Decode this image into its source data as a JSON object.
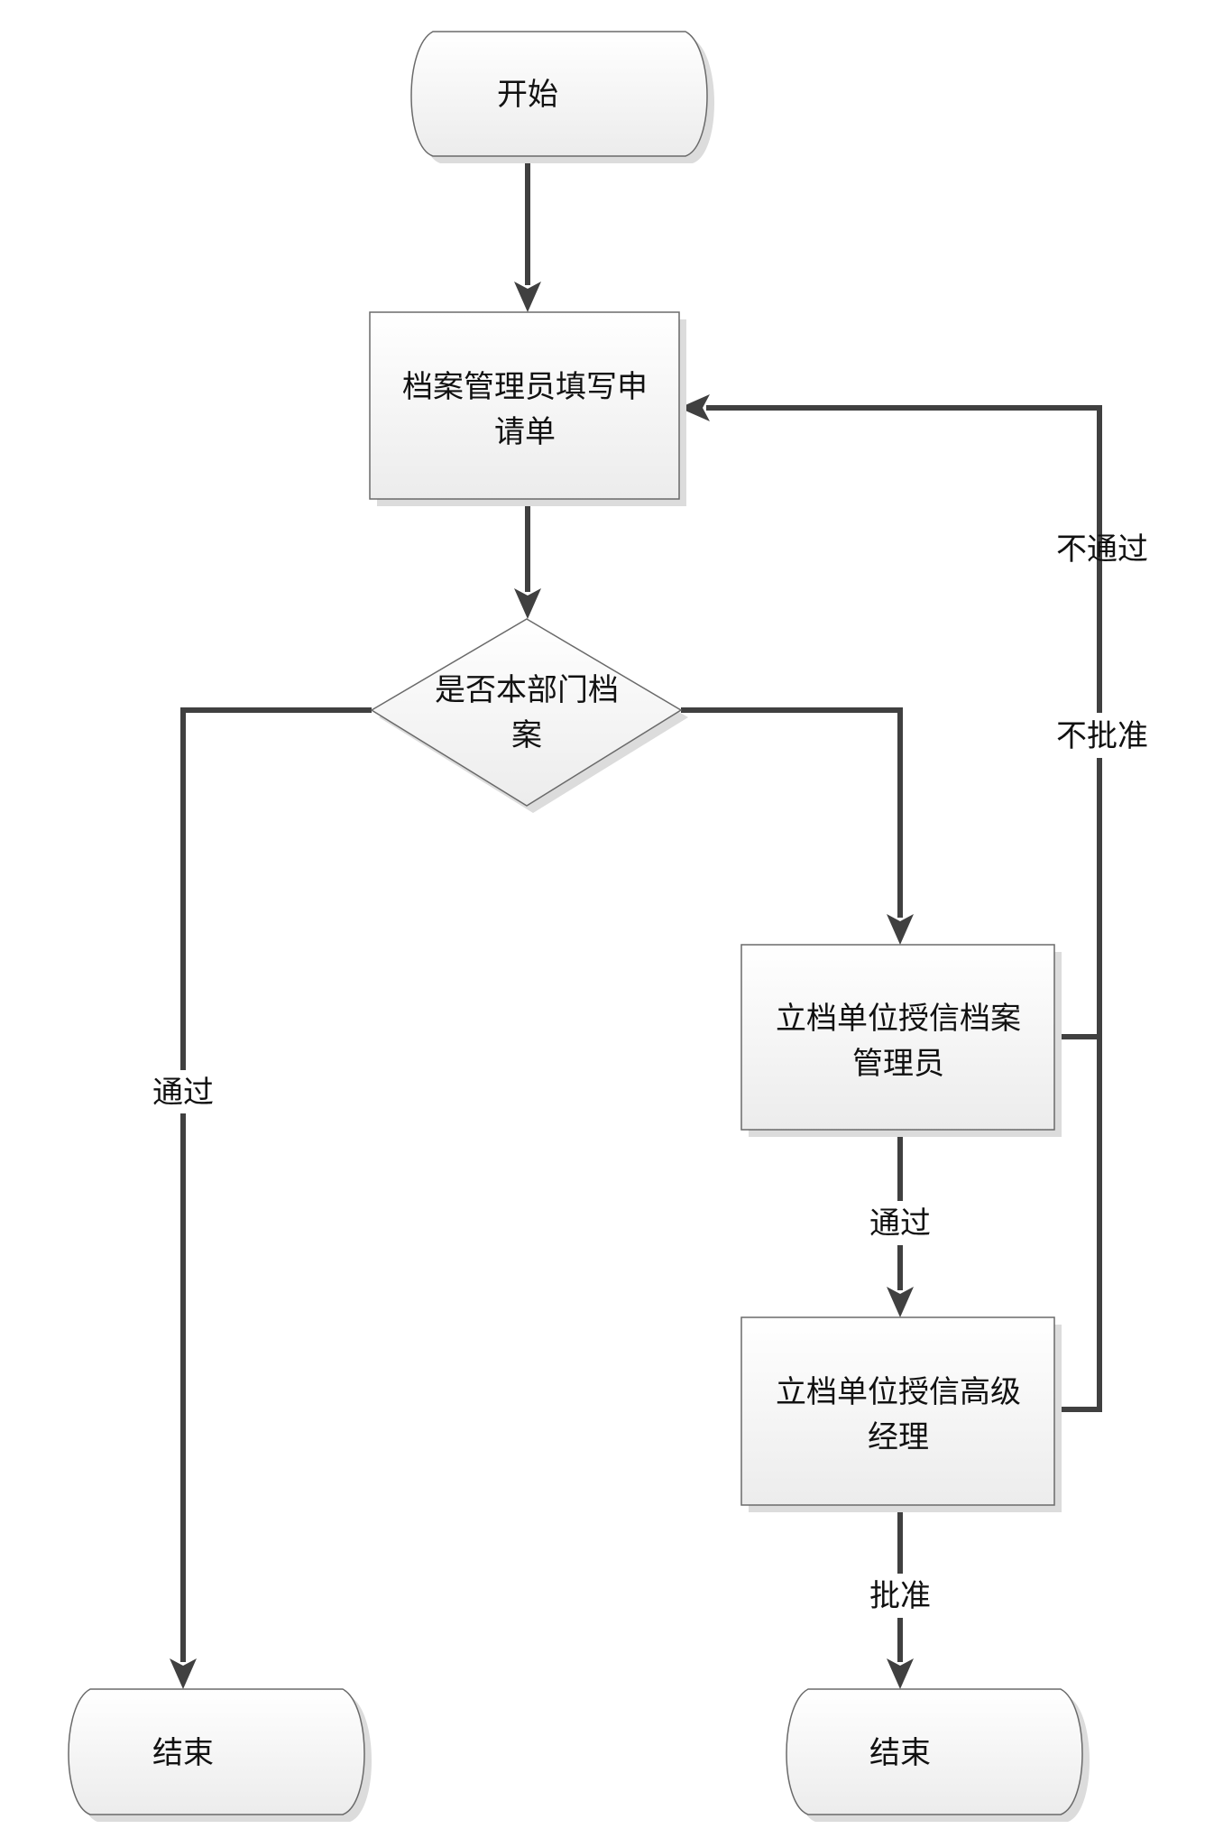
{
  "diagram": {
    "type": "flowchart",
    "nodes": {
      "start": {
        "shape": "terminator",
        "label": [
          "开始"
        ]
      },
      "fill_form": {
        "shape": "process",
        "label": [
          "档案管理员填写申",
          "请单"
        ]
      },
      "decision": {
        "shape": "decision",
        "label": [
          "是否本部门档",
          "案"
        ]
      },
      "credit_admin": {
        "shape": "process",
        "label": [
          "立档单位授信档案",
          "管理员"
        ]
      },
      "credit_manager": {
        "shape": "process",
        "label": [
          "立档单位授信高级",
          "经理"
        ]
      },
      "end_left": {
        "shape": "terminator",
        "label": [
          "结束"
        ]
      },
      "end_right": {
        "shape": "terminator",
        "label": [
          "结束"
        ]
      }
    },
    "edges": [
      {
        "from": "start",
        "to": "fill_form",
        "label": ""
      },
      {
        "from": "fill_form",
        "to": "decision",
        "label": ""
      },
      {
        "from": "decision",
        "to": "end_left",
        "label": "通过"
      },
      {
        "from": "decision",
        "to": "credit_admin",
        "label": ""
      },
      {
        "from": "credit_admin",
        "to": "credit_manager",
        "label": "通过"
      },
      {
        "from": "credit_manager",
        "to": "end_right",
        "label": "批准"
      },
      {
        "from": "credit_admin",
        "to": "fill_form",
        "label": "不通过"
      },
      {
        "from": "credit_manager",
        "to": "fill_form",
        "label": "不批准"
      }
    ],
    "colors": {
      "line": "#404040",
      "node_border": "#6a6a6a",
      "node_fill_top": "#ffffff",
      "node_fill_bottom": "#ececec",
      "shadow": "#dcdcdc"
    }
  }
}
